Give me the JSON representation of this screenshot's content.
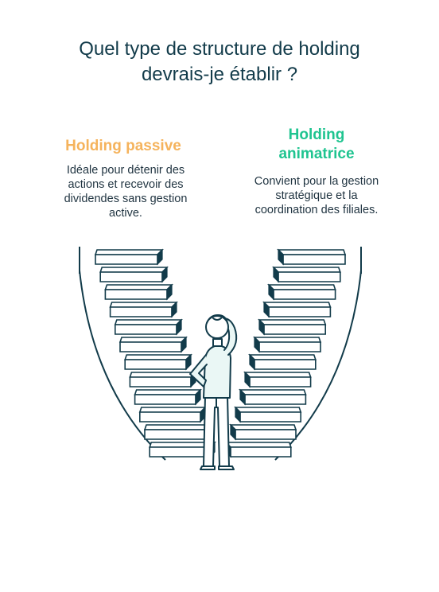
{
  "title_line1": "Quel type de structure de holding",
  "title_line2": "devrais-je établir ?",
  "left": {
    "title": "Holding passive",
    "color": "#f5b35c",
    "desc_lines": [
      "Idéale pour détenir des",
      "actions et recevoir des",
      "dividendes sans gestion",
      "active."
    ]
  },
  "right": {
    "title_lines": [
      "Holding",
      "animatrice"
    ],
    "color": "#1fc490",
    "desc_lines": [
      "Convient pour la gestion",
      "stratégique et la",
      "coordination des filiales."
    ]
  },
  "colors": {
    "ink": "#123b4a",
    "fill": "#ffffff",
    "shirt": "#eaf7f5"
  }
}
